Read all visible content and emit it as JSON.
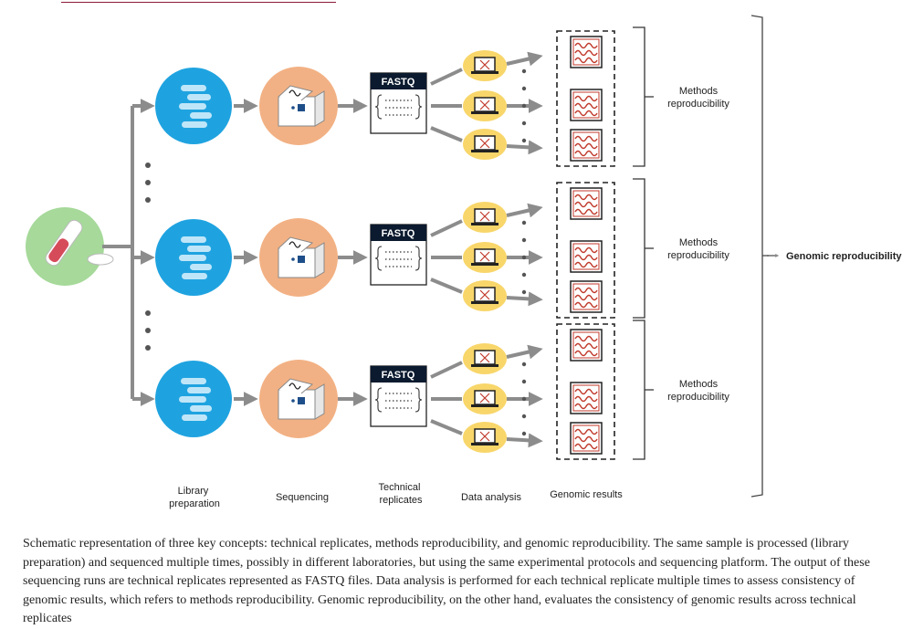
{
  "stages": {
    "library": [
      "Library",
      "preparation"
    ],
    "sequencing": [
      "Sequencing"
    ],
    "technical": [
      "Technical",
      "replicates"
    ],
    "analysis": [
      "Data analysis"
    ],
    "results": [
      "Genomic results"
    ]
  },
  "fastq_label": "FASTQ",
  "methods_label": [
    "Methods",
    "reproducibility"
  ],
  "genomic_label": "Genomic reproducibility",
  "caption": "Schematic representation of three key concepts: technical replicates, methods reproducibility, and genomic reproducibility. The same sample is processed (library preparation) and sequenced multiple times, possibly in different laboratories, but using the same experimental protocols and sequencing platform. The output of these sequencing runs are technical replicates represented as FASTQ files. Data analysis is performed for each technical replicate multiple times to assess consistency of genomic results, which refers to methods reproducibility. Genomic reproducibility, on the other hand, evaluates the consistency of genomic results across technical replicates",
  "colors": {
    "arrow": "#8c8c8c",
    "library": "#1fa3e0",
    "sequencing": "#f2b184",
    "analysis": "#f8d66a",
    "sample": "#a6d99a",
    "result": "#c0392b",
    "link": "#8b1a3a"
  }
}
